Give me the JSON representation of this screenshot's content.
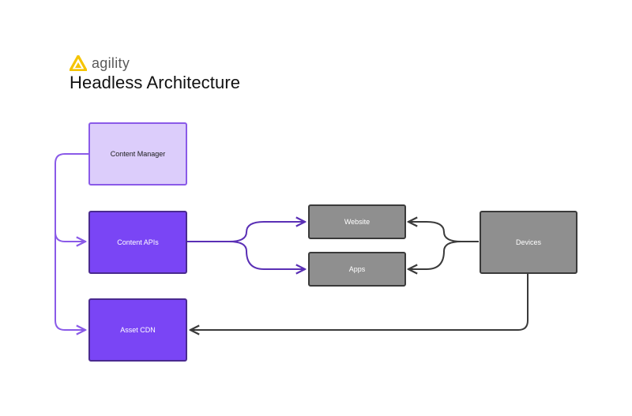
{
  "brand": {
    "name": "agility",
    "logo_icon": "agility-triangle-logo",
    "logo_color": "#f5c400"
  },
  "title": "Headless Architecture",
  "nodes": {
    "content_manager": "Content Manager",
    "content_apis": "Content APIs",
    "asset_cdn": "Asset CDN",
    "website": "Website",
    "apps": "Apps",
    "devices": "Devices"
  },
  "colors": {
    "light_purple_fill": "#dccdfb",
    "purple_fill": "#7a45f5",
    "grey_fill": "#8f8f8f",
    "purple_connector": "#8a5ae8",
    "dark_purple_connector": "#5a2fb5",
    "grey_connector": "#3a3a3a"
  },
  "edges": [
    {
      "from": "Content Manager",
      "to": "Content APIs"
    },
    {
      "from": "Content Manager",
      "to": "Asset CDN"
    },
    {
      "from": "Content APIs",
      "to": "Website"
    },
    {
      "from": "Content APIs",
      "to": "Apps"
    },
    {
      "from": "Devices",
      "to": "Website"
    },
    {
      "from": "Devices",
      "to": "Apps"
    },
    {
      "from": "Devices",
      "to": "Asset CDN"
    }
  ]
}
